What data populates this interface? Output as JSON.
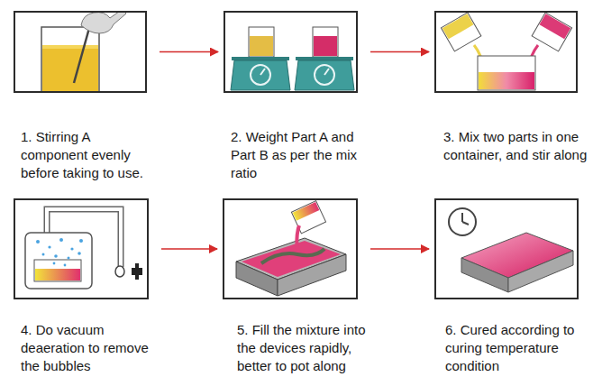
{
  "diagram": {
    "nodes": [
      {
        "text": [
          "1. Stirring A component evenly before taking to use."
        ]
      },
      {
        "text": [
          "2. Weight Part A and Part B as per the mix ratio"
        ]
      },
      {
        "text": [
          "3. Mix two parts in one container, and stir along"
        ]
      },
      {
        "text": [
          "4. Do vacuum deaeration to remove the bubbles"
        ]
      },
      {
        "text": [
          "5. Fill the mixture into the devices rapidly, better to pot along"
        ]
      },
      {
        "text": [
          "6. Cured according to curing temperature condition"
        ]
      }
    ],
    "edges": [
      {
        "from": 0,
        "to": 1,
        "arrow": "to"
      },
      {
        "from": 1,
        "to": 2,
        "arrow": "to"
      },
      {
        "from": 3,
        "to": 4,
        "arrow": "to"
      },
      {
        "from": 4,
        "to": 5,
        "arrow": "to"
      }
    ]
  }
}
